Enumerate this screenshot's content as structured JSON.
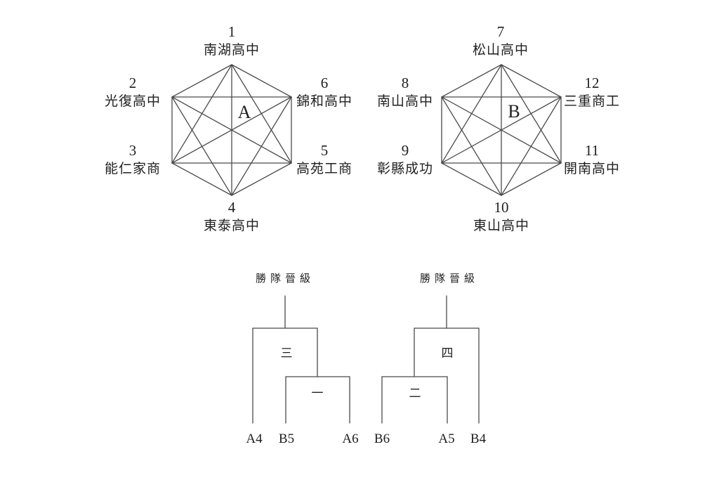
{
  "colors": {
    "background": "#ffffff",
    "ink": "#1f1f1f",
    "line": "#4a4a4a"
  },
  "groups": [
    {
      "label": "A",
      "teams": [
        {
          "num": "1",
          "name": "南湖高中"
        },
        {
          "num": "2",
          "name": "光復高中"
        },
        {
          "num": "3",
          "name": "能仁家商"
        },
        {
          "num": "4",
          "name": "東泰高中"
        },
        {
          "num": "5",
          "name": "高苑工商"
        },
        {
          "num": "6",
          "name": "錦和高中"
        }
      ]
    },
    {
      "label": "B",
      "teams": [
        {
          "num": "7",
          "name": "松山高中"
        },
        {
          "num": "8",
          "name": "南山高中"
        },
        {
          "num": "9",
          "name": "彰縣成功"
        },
        {
          "num": "10",
          "name": "東山高中"
        },
        {
          "num": "11",
          "name": "開南高中"
        },
        {
          "num": "12",
          "name": "三重商工"
        }
      ]
    }
  ],
  "brackets": [
    {
      "title": "勝隊晉級",
      "semifinal_label": "三",
      "first_round_label": "一",
      "slots": [
        "A4",
        "B5",
        "A6"
      ]
    },
    {
      "title": "勝隊晉級",
      "semifinal_label": "四",
      "first_round_label": "二",
      "slots": [
        "B6",
        "A5",
        "B4"
      ]
    }
  ]
}
